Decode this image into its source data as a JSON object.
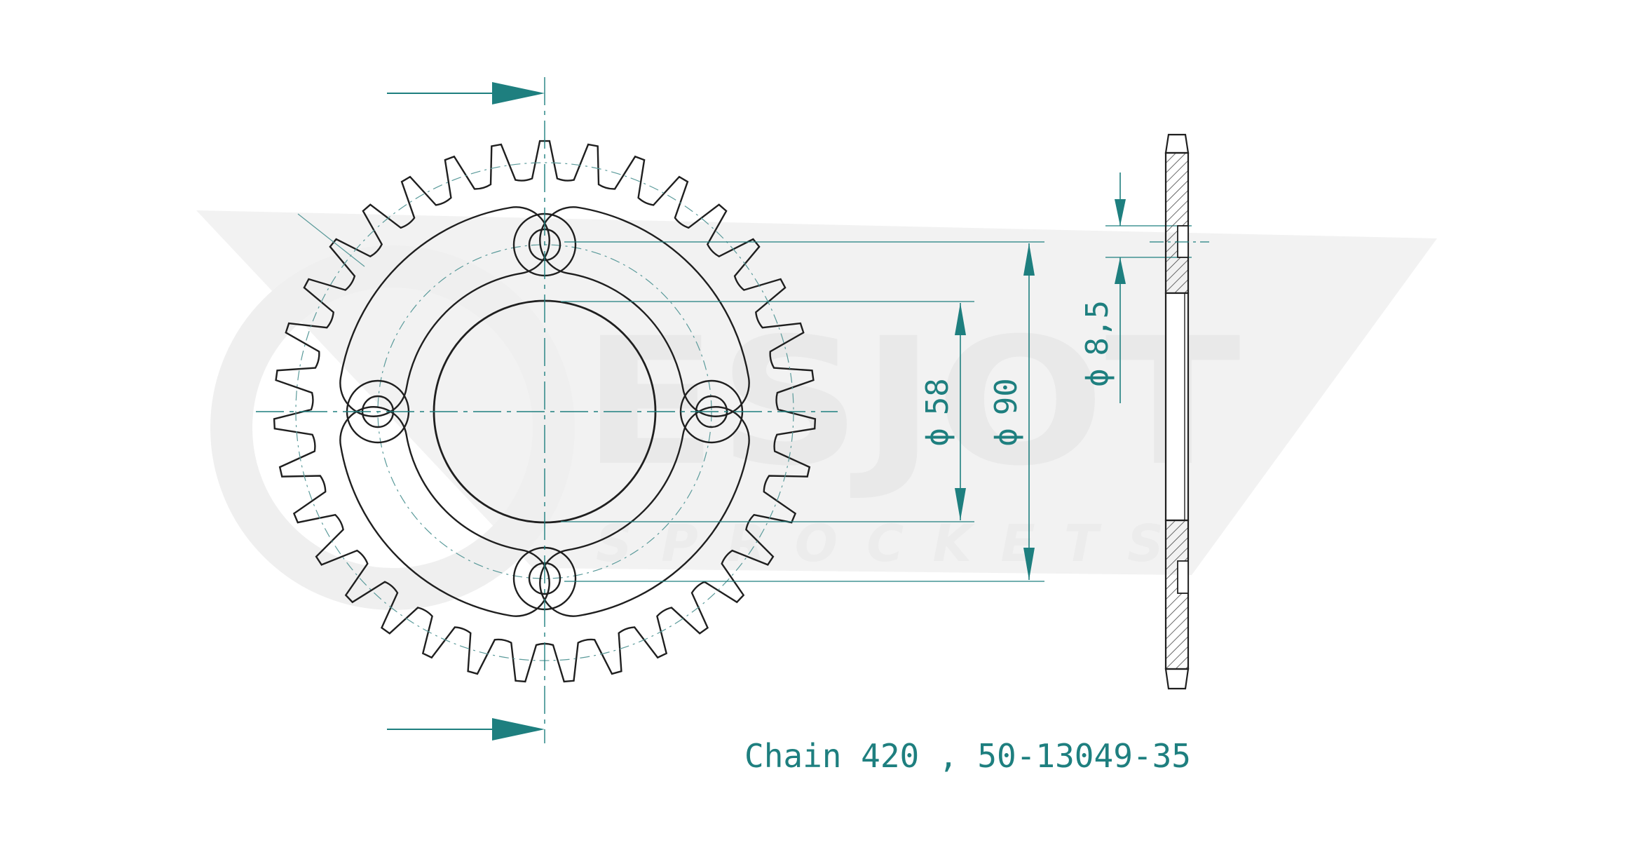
{
  "watermark": {
    "brand": "ESJOT",
    "subtitle": "SPROCKETS",
    "color": "#e9e9e9"
  },
  "colors": {
    "line": "#1f1f1f",
    "dimension": "#1e7f7f",
    "centerline": "#5a9a9a"
  },
  "sprocket": {
    "teeth": 35,
    "bolt_holes": 4
  },
  "dimensions": {
    "bore": {
      "symbol": "ϕ",
      "value": "58"
    },
    "bolt_circle": {
      "symbol": "ϕ",
      "value": "90"
    },
    "bolt_hole": {
      "symbol": "ϕ",
      "value": "8,5"
    }
  },
  "caption": "Chain 420 , 50-13049-35"
}
